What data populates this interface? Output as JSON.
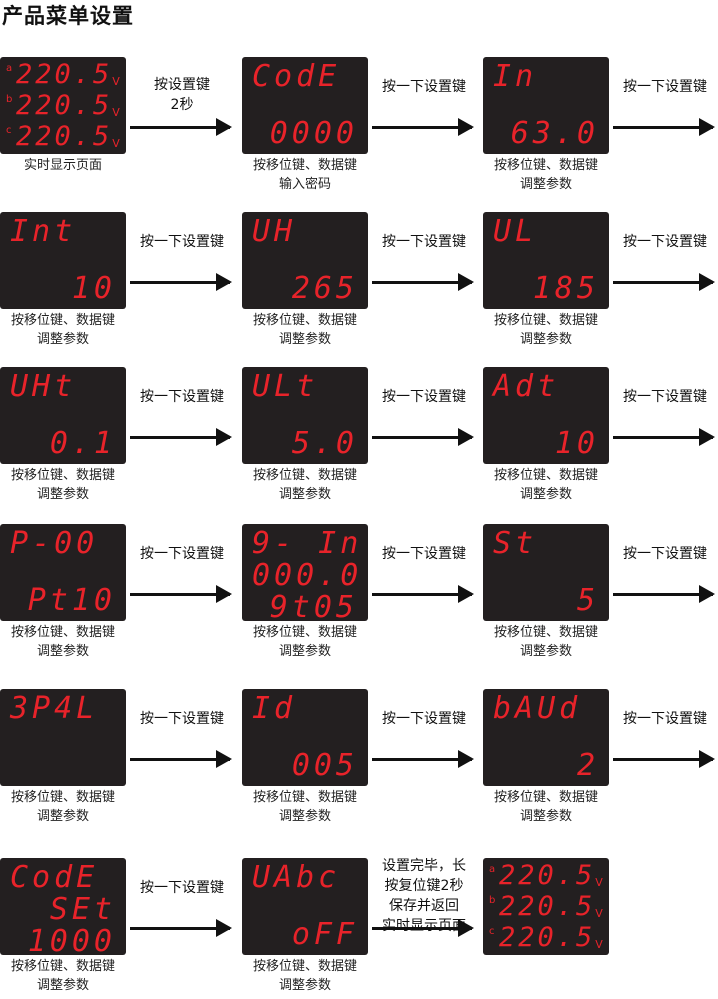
{
  "title": "产品菜单设置",
  "arrow_label": "按一下设置键",
  "first_arrow_label": [
    "按设置键",
    "2秒"
  ],
  "last_arrow_label": [
    "设置完毕，长",
    "按复位键2秒",
    "保存并返回",
    "实时显示页面"
  ],
  "caption_adjust": [
    "按移位键、数据键",
    "调整参数"
  ],
  "realtime": {
    "phases": [
      "a",
      "b",
      "c"
    ],
    "value": "220.5",
    "unit": "V",
    "caption": "实时显示页面"
  },
  "steps": [
    {
      "lines": [
        "CodE",
        "0000"
      ],
      "caption": [
        "按移位键、数据键",
        "输入密码"
      ]
    },
    {
      "lines": [
        "In",
        "63.0"
      ]
    },
    {
      "lines": [
        "Int",
        "10"
      ]
    },
    {
      "lines": [
        "UH",
        "265"
      ]
    },
    {
      "lines": [
        "UL",
        "185"
      ]
    },
    {
      "lines": [
        "UHt",
        "0.1"
      ]
    },
    {
      "lines": [
        "ULt",
        "5.0"
      ]
    },
    {
      "lines": [
        "Adt",
        "10"
      ]
    },
    {
      "lines": [
        "P-00",
        "Pt10"
      ]
    },
    {
      "lines": [
        "9- In",
        "000.0",
        "9t05"
      ]
    },
    {
      "lines": [
        "St",
        "5"
      ]
    },
    {
      "lines": [
        "3P4L"
      ]
    },
    {
      "lines": [
        "Id",
        "005"
      ]
    },
    {
      "lines": [
        "bAUd",
        "2"
      ]
    },
    {
      "lines": [
        "CodE",
        "SEt",
        "1000"
      ]
    },
    {
      "lines": [
        "UAbc",
        "oFF"
      ]
    }
  ]
}
